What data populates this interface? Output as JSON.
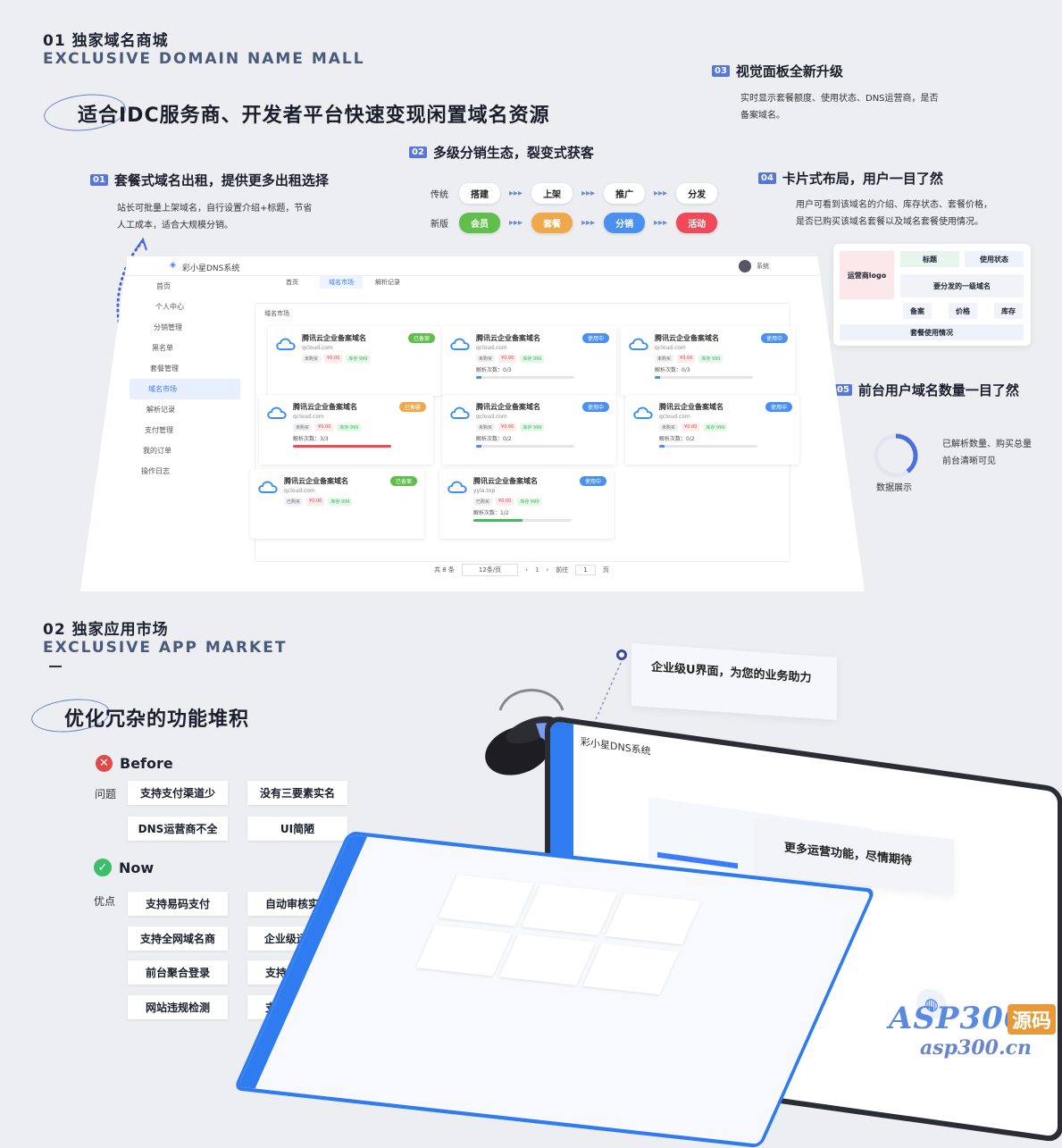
{
  "section1": {
    "num_title": "01 独家域名商城",
    "en_title": "EXCLUSIVE DOMAIN NAME MALL",
    "headline": "适合IDC服务商、开发者平台快速变现闲置域名资源"
  },
  "features": {
    "f01": {
      "num": "01",
      "title": "套餐式域名出租，提供更多出租选择",
      "desc1": "站长可批量上架域名，自行设置介绍+标题，节省",
      "desc2": "人工成本，适合大规模分销。"
    },
    "f02": {
      "num": "02",
      "title": "多级分销生态，裂变式获客"
    },
    "f03": {
      "num": "03",
      "title": "视觉面板全新升级",
      "desc1": "实时显示套餐额度、使用状态、DNS运营商，是否",
      "desc2": "备案域名。"
    },
    "f04": {
      "num": "04",
      "title": "卡片式布局，用户一目了然",
      "desc1": "用户可看到该域名的介绍、库存状态、套餐价格，",
      "desc2": "是否已购买该域名套餐以及域名套餐使用情况。"
    },
    "f05": {
      "num": "05",
      "title": "前台用户域名数量一目了然",
      "desc1": "已解析数量、购买总量",
      "desc2": "前台清晰可见",
      "chart_label": "数据展示"
    }
  },
  "flow": {
    "row1_label": "传统",
    "row1": [
      "搭建",
      "上架",
      "推广",
      "分发"
    ],
    "row2_label": "新版",
    "row2": [
      "会员",
      "套餐",
      "分销",
      "活动"
    ],
    "row2_colors": [
      "#5fbf4a",
      "#f0a84a",
      "#4a90f0",
      "#f04a5a"
    ]
  },
  "layout_diagram": {
    "logo": "运营商logo",
    "title": "标题",
    "status": "使用状态",
    "domain": "要分发的一级域名",
    "filing": "备案",
    "price": "价格",
    "stock": "库存",
    "usage": "套餐使用情况"
  },
  "app": {
    "brand": "彩小星DNS系统",
    "user": "系统",
    "sidebar": [
      "首页",
      "个人中心",
      "分销管理",
      "黑名单",
      "套餐管理",
      "域名市场",
      "解析记录",
      "支付管理",
      "我的订单",
      "操作日志"
    ],
    "tabs": [
      "首页",
      "域名市场",
      "解析记录"
    ],
    "panel_title": "域名市场",
    "cards": [
      {
        "name": "腾讯云企业备案域名",
        "domain": "qcloud.com",
        "badge": "已备案",
        "badge_color": "#5fbf4a",
        "tags": [
          "未购买",
          "¥0.00",
          "库存 999"
        ],
        "progress": "",
        "bar": 0,
        "bar_color": "#4a90f0"
      },
      {
        "name": "腾讯云企业备案域名",
        "domain": "qcloud.com",
        "badge": "使用中",
        "badge_color": "#4a90f0",
        "tags": [
          "未购买",
          "¥0.00",
          "库存 999"
        ],
        "progress": "解析次数：0/3",
        "bar": 0.05,
        "bar_color": "#4a90f0"
      },
      {
        "name": "腾讯云企业备案域名",
        "domain": "qcloud.com",
        "badge": "使用中",
        "badge_color": "#4a90f0",
        "tags": [
          "未购买",
          "¥0.00",
          "库存 999"
        ],
        "progress": "解析次数：0/3",
        "bar": 0.05,
        "bar_color": "#4a90f0"
      },
      {
        "name": "腾讯云企业备案域名",
        "domain": "qcloud.com",
        "badge": "已售罄",
        "badge_color": "#f0a84a",
        "tags": [
          "未购买",
          "¥0.00",
          "库存 999"
        ],
        "progress": "解析次数：3/3",
        "bar": 1.0,
        "bar_color": "#f04a5a"
      },
      {
        "name": "腾讯云企业备案域名",
        "domain": "qcloud.com",
        "badge": "使用中",
        "badge_color": "#4a90f0",
        "tags": [
          "未购买",
          "¥0.00",
          "库存 999"
        ],
        "progress": "解析次数：0/2",
        "bar": 0.05,
        "bar_color": "#4a90f0"
      },
      {
        "name": "腾讯云企业备案域名",
        "domain": "qcloud.com",
        "badge": "使用中",
        "badge_color": "#4a90f0",
        "tags": [
          "未购买",
          "¥0.00",
          "库存 999"
        ],
        "progress": "解析次数：0/2",
        "bar": 0.05,
        "bar_color": "#4a90f0"
      },
      {
        "name": "腾讯云企业备案域名",
        "domain": "qcloud.com",
        "badge": "已备案",
        "badge_color": "#5fbf4a",
        "tags": [
          "已购买",
          "¥0.00",
          "库存 999"
        ],
        "progress": "",
        "bar": 0,
        "bar_color": "#4a90f0"
      },
      {
        "name": "腾讯云企业备案域名",
        "domain": "yyla.top",
        "badge": "使用中",
        "badge_color": "#4a90f0",
        "tags": [
          "已购买",
          "¥0.00",
          "库存 999"
        ],
        "progress": "解析次数：1/2",
        "bar": 0.5,
        "bar_color": "#3bbf5a"
      }
    ],
    "pager": {
      "total": "共 8 条",
      "size": "12条/页",
      "page": "1",
      "goto": "前往",
      "unit": "页"
    }
  },
  "section2": {
    "num_title": "02 独家应用市场",
    "en_title": "EXCLUSIVE APP MARKET",
    "headline": "优化冗杂的功能堆积",
    "callout1": "企业级U界面，为您的业务助力",
    "callout2": "更多运营功能，尽情期待"
  },
  "before": {
    "title": "Before",
    "label": "问题",
    "items": [
      "支持支付渠道少",
      "没有三要素实名",
      "DNS运营商不全",
      "UI简陋"
    ]
  },
  "now": {
    "title": "Now",
    "label": "优点",
    "items": [
      "支持易码支付",
      "自动审核实名",
      "支持全网域名商",
      "企业级运营UI",
      "前台聚合登录",
      "支持推广分佣",
      "网站违规检测",
      "支持套餐设置"
    ]
  },
  "watermark": {
    "brand": "ASP300",
    "tag": "源码",
    "url": "asp300.cn"
  }
}
